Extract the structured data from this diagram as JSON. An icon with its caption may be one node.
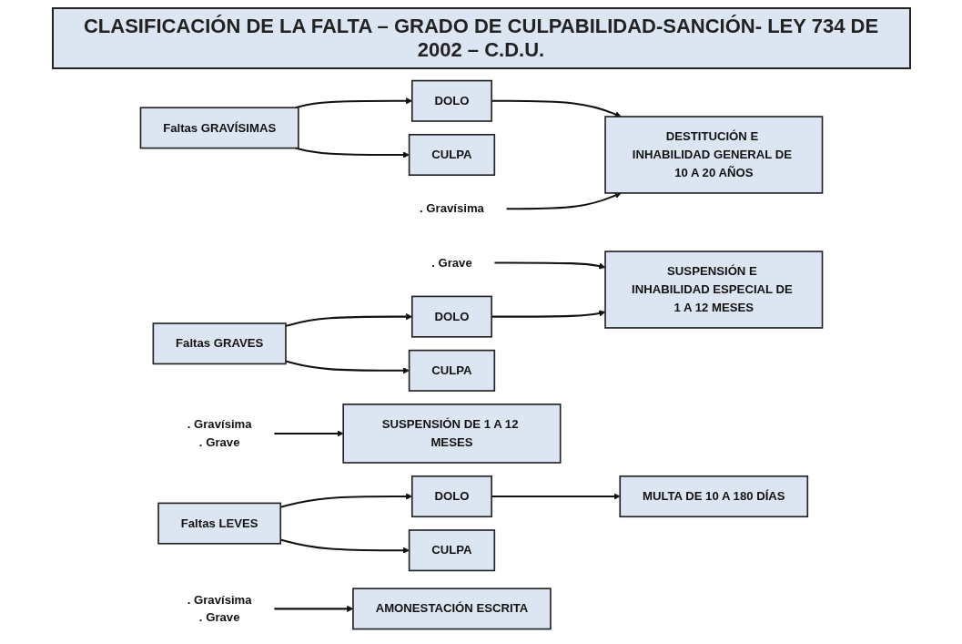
{
  "diagram": {
    "title": "CLASIFICACIÓN DE LA FALTA – GRADO DE CULPABILIDAD-SANCIÓN- LEY 734 DE 2002 – C.D.U.",
    "nodes": [
      {
        "text": [
          "Faltas GRAVÍSIMAS"
        ]
      },
      {
        "text": [
          "DOLO"
        ]
      },
      {
        "text": [
          "CULPA"
        ]
      },
      {
        "text": [
          ". Gravísima"
        ]
      },
      {
        "text": [
          ". Grave"
        ]
      },
      {
        "text": [
          "DESTITUCIÓN E INHABILIDAD GENERAL DE 10 A 20 AÑOS"
        ]
      },
      {
        "text": [
          "SUSPENSIÓN E INHABILIDAD ESPECIAL DE 1 A 12 MESES"
        ]
      },
      {
        "text": [
          "Faltas GRAVES"
        ]
      },
      {
        "text": [
          "DOLO"
        ]
      },
      {
        "text": [
          "CULPA"
        ]
      },
      {
        "text": [
          ". Gravísima",
          ". Grave"
        ]
      },
      {
        "text": [
          "SUSPENSIÓN DE 1 A 12 MESES"
        ]
      },
      {
        "text": [
          "Faltas LEVES"
        ]
      },
      {
        "text": [
          "DOLO"
        ]
      },
      {
        "text": [
          "CULPA"
        ]
      },
      {
        "text": [
          ". Gravísima",
          ". Grave"
        ]
      },
      {
        "text": [
          "MULTA DE 10 A 180 DÍAS"
        ]
      },
      {
        "text": [
          "AMONESTACIÓN ESCRITA"
        ]
      }
    ],
    "edges": [
      {
        "from": 0,
        "to": 1,
        "arrow": "to"
      },
      {
        "from": 0,
        "to": 2,
        "arrow": "to"
      },
      {
        "from": 1,
        "to": 5,
        "arrow": "to"
      },
      {
        "from": 3,
        "to": 5,
        "arrow": "to"
      },
      {
        "from": 4,
        "to": 6,
        "arrow": "to"
      },
      {
        "from": 7,
        "to": 8,
        "arrow": "to"
      },
      {
        "from": 7,
        "to": 9,
        "arrow": "to"
      },
      {
        "from": 8,
        "to": 6,
        "arrow": "to"
      },
      {
        "from": 10,
        "to": 11,
        "arrow": "to"
      },
      {
        "from": 12,
        "to": 13,
        "arrow": "to"
      },
      {
        "from": 12,
        "to": 14,
        "arrow": "to"
      },
      {
        "from": 13,
        "to": 16,
        "arrow": "to"
      },
      {
        "from": 15,
        "to": 17,
        "arrow": "to"
      }
    ]
  }
}
